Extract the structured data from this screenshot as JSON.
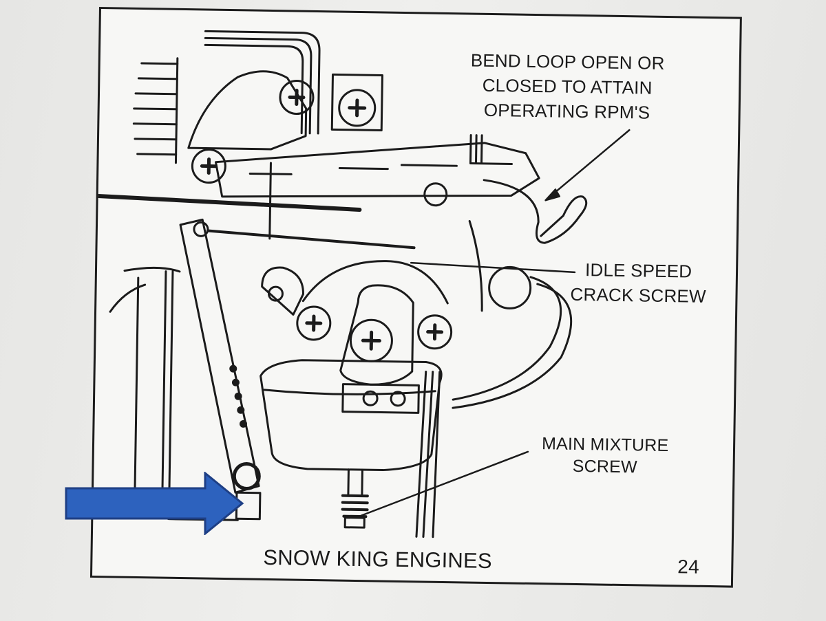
{
  "labels": {
    "bend_loop": [
      "BEND LOOP OPEN OR",
      "CLOSED TO ATTAIN",
      "OPERATING RPM'S"
    ],
    "idle_speed": [
      "IDLE SPEED",
      "CRACK SCREW"
    ],
    "main_mixture": [
      "MAIN MIXTURE",
      "SCREW"
    ]
  },
  "footer": {
    "title": "SNOW KING ENGINES",
    "page_number": "24"
  },
  "colors": {
    "line_art": "#1b1b1b",
    "paper": "#f7f7f5",
    "arrow_fill": "#2d62be",
    "arrow_stroke": "#1e3f85"
  },
  "annotation": {
    "icon": "right-arrow-icon"
  }
}
